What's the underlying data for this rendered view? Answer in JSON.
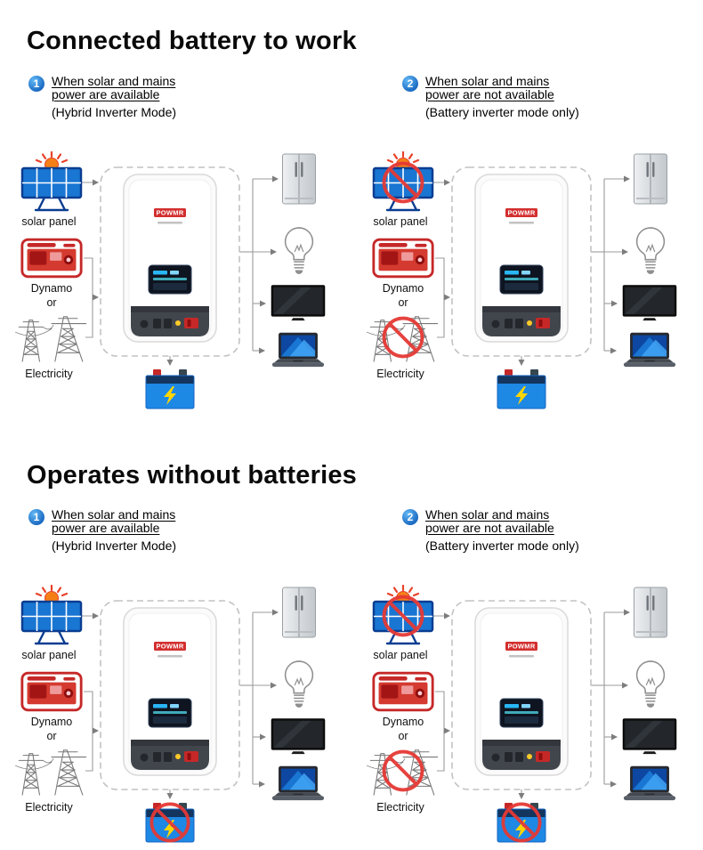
{
  "colors": {
    "badge_blue": "#1e88e5",
    "wire_gray": "#9b9b9b",
    "cross_red": "#e53935",
    "brand_red": "#d32f2f",
    "battery_blue": "#1e88e5",
    "bolt_yellow": "#ffd600"
  },
  "labels": {
    "solar_panel": "solar panel",
    "dynamo": "Dynamo",
    "or": "or",
    "electricity": "Electricity"
  },
  "inverter": {
    "brand": "POWMR"
  },
  "icons": {
    "solar_panel": "solar-panel-icon",
    "dynamo": "generator-icon",
    "electricity": "power-pylon-icon",
    "inverter": "inverter-icon",
    "battery": "battery-icon",
    "refrigerator": "refrigerator-icon",
    "bulb": "light-bulb-icon",
    "tv": "tv-icon",
    "laptop": "laptop-icon",
    "prohibited": "no-sign-icon"
  },
  "sections": [
    {
      "title": "Connected battery to work",
      "scenarios": [
        {
          "number": "1",
          "line1": "When solar and mains",
          "line2": "power are available",
          "mode": "(Hybrid Inverter Mode)",
          "cross": {
            "solar": "hidden",
            "electricity": "hidden",
            "battery": "hidden"
          }
        },
        {
          "number": "2",
          "line1": "When solar and mains",
          "line2": "power are not available",
          "mode": "(Battery inverter mode only)",
          "cross": {
            "solar": "visible",
            "electricity": "visible",
            "battery": "hidden"
          }
        }
      ]
    },
    {
      "title": "Operates without batteries",
      "scenarios": [
        {
          "number": "1",
          "line1": "When solar and mains",
          "line2": "power are available",
          "mode": "(Hybrid Inverter Mode)",
          "cross": {
            "solar": "hidden",
            "electricity": "hidden",
            "battery": "visible"
          }
        },
        {
          "number": "2",
          "line1": "When solar and mains",
          "line2": "power are not available",
          "mode": "(Battery inverter mode only)",
          "cross": {
            "solar": "visible",
            "electricity": "visible",
            "battery": "visible"
          }
        }
      ]
    }
  ]
}
